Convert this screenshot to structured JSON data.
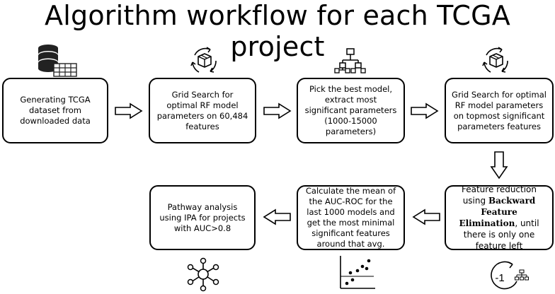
{
  "title": "Algorithm workflow for each TCGA project",
  "steps": {
    "s1": "Generating TCGA dataset from downloaded data",
    "s2": "Grid Search for optimal RF model parameters on 60,484 features",
    "s3": "Pick the best model, extract most significant parameters (1000-15000 parameters)",
    "s4": "Grid Search for optimal RF model parameters on topmost significant parameters features",
    "s5_pre": "Feature reduction using ",
    "s5_bold": "Backward Feature Elimination",
    "s5_post": ", until there is only one feature left",
    "s6": "Calculate the mean of the AUC-ROC for the last 1000 models and get the most minimal significant features around that avg.",
    "s7": "Pathway analysis using IPA for projects with AUC>0.8"
  },
  "icons": {
    "minus_one_label": "-1",
    "names": [
      "database-table-icon",
      "grid-search-cycle-icon",
      "hierarchy-icon",
      "grid-search-cycle-icon",
      "minus-one-cycle-icon",
      "scatter-plot-icon",
      "network-icon"
    ]
  }
}
